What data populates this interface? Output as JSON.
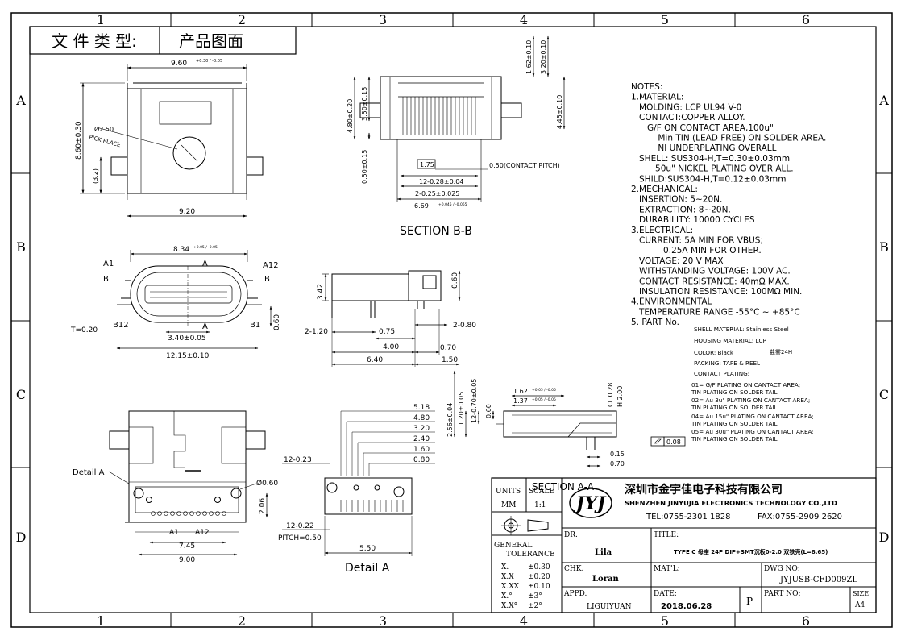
{
  "zones": {
    "cols": [
      "1",
      "2",
      "3",
      "4",
      "5",
      "6"
    ],
    "rows": [
      "A",
      "B",
      "C",
      "D"
    ]
  },
  "header": {
    "doc_type_label": "文 件 类 型:",
    "doc_type_value": "产品图面"
  },
  "dims_top_left": {
    "width_top": "9.60",
    "width_top_tol": "+0.30 / -0.05",
    "height_left": "8.60±0.30",
    "pick_dia": "Ø2.50",
    "pick_place": "PICK PLACE",
    "side": "(3.2)",
    "bottom_width": "9.20"
  },
  "section_bb": {
    "title": "SECTION  B-B",
    "d_162": "1.62±0.10",
    "d_320": "3.20±0.10",
    "d_445": "4.45±0.10",
    "d_480": "4.80±0.20",
    "d_350": "3.50±0.15",
    "d_050": "0.50±0.15",
    "d_175": "1.75",
    "contact_pitch": "0.50(CONTACT PITCH)",
    "d_12": "12-0.28±0.04",
    "d_2": "2-0.25±0.025",
    "d_669": "6.69",
    "d_669_tol": "+0.045 / -0.065"
  },
  "front_view": {
    "w_834": "8.34",
    "w_834_tol": "+0.05 / -0.05",
    "a1": "A1",
    "a": "A",
    "a12": "A12",
    "b": "B",
    "b12": "B12",
    "b1": "B1",
    "t": "T=0.20",
    "d_340": "3.40±0.05",
    "d_060": "0.60",
    "w_1215": "12.15±0.10"
  },
  "side_view": {
    "d_342": "3.42",
    "d_060": "0.60",
    "d_2_120": "2-1.20",
    "d_075": "0.75",
    "d_2_080": "2-0.80",
    "d_400": "4.00",
    "d_070": "0.70",
    "d_640": "6.40",
    "d_150": "1.50"
  },
  "bottom_view": {
    "detail_label": "Detail A",
    "d_060": "Ø0.60",
    "d_206": "2.06",
    "a1": "A1",
    "a12": "A12",
    "w_745": "7.45",
    "w_900": "9.00"
  },
  "detail_a": {
    "title": "Detail  A",
    "d_518": "5.18",
    "d_480": "4.80",
    "d_320": "3.20",
    "d_240": "2.40",
    "d_160": "1.60",
    "d_080": "0.80",
    "d_12_023": "12-0.23",
    "d_12_022": "12-0.22",
    "pitch": "PITCH=0.50",
    "d_550": "5.50"
  },
  "section_aa": {
    "title": "SECTION  A-A",
    "d_256": "2.56±0.04",
    "d_120": "1.20±0.05",
    "d_12_070": "12-0.70±0.05",
    "d_060": "0.60",
    "d_162": "1.62",
    "d_162_tol": "+0.05 / -0.05",
    "d_137": "1.37",
    "d_137_tol": "+0.05 / -0.05",
    "cl": "CL 0.28",
    "h": "H 2.00",
    "flat": "0.08",
    "d_015": "0.15",
    "d_070": "0.70"
  },
  "notes": {
    "lines": [
      "NOTES:",
      "1.MATERIAL:",
      "   MOLDING: LCP UL94 V-0",
      "   CONTACT:COPPER ALLOY.",
      "      G/F ON CONTACT AREA,100u\"",
      "          Min TIN (LEAD FREE) ON SOLDER AREA.",
      "          NI UNDERPLATING OVERALL",
      "   SHELL: SUS304-H,T=0.30±0.03mm",
      "         50u\" NICKEL PLATING OVER ALL.",
      "   SHILD:SUS304-H,T=0.12±0.03mm",
      "2.MECHANICAL:",
      "   INSERTION: 5~20N.",
      "   EXTRACTION: 8~20N.",
      "   DURABILITY: 10000 CYCLES",
      "3.ELECTRICAL:",
      "   CURRENT: 5A MIN FOR VBUS;",
      "            0.25A MIN FOR OTHER.",
      "   VOLTAGE: 20 V MAX",
      "   WITHSTANDING VOLTAGE: 100V AC.",
      "   CONTACT RESISTANCE: 40mΩ MAX.",
      "   INSULATION RESISTANCE: 100MΩ MIN.",
      "4.ENVIRONMENTAL",
      "   TEMPERATURE RANGE -55°C ~ +85°C",
      "5. PART No."
    ],
    "part_lines": [
      "SHELL MATERIAL: Stainless Steel",
      "HOUSING MATERIAL: LCP",
      "COLOR: Black",
      "PACKING: TAPE & REEL",
      "CONTACT PLATING:",
      "01= G/F PLATING ON CANTACT AREA;",
      "TIN PLATING ON SOLDER TAIL",
      "02= Au 3u\" PLATING ON CANTACT AREA;",
      "TIN PLATING ON SOLDER TAIL",
      "04= Au 15u\" PLATING ON CANTACT AREA;",
      "TIN PLATING ON SOLDER TAIL",
      "05= Au 30u\" PLATING ON CANTACT AREA;",
      "TIN PLATING ON SOLDER TAIL"
    ],
    "color_note": "盐雾24H"
  },
  "title_block": {
    "units_label": "UNITS",
    "units_value": "MM",
    "scale_label": "SCALE",
    "scale_value": "1:1",
    "company_cn": "深圳市金宇佳电子科技有限公司",
    "company_en": "SHENZHEN JINYUJIA ELECTRONICS TECHNOLOGY CO.,LTD",
    "tel": "TEL:0755-2301 1828",
    "fax": "FAX:0755-2909 2620",
    "general": "GENERAL",
    "tolerance": "TOLERANCE",
    "tol_rows": [
      [
        "X.",
        "±0.30"
      ],
      [
        "X.X",
        "±0.20"
      ],
      [
        "X.XX",
        "±0.10"
      ],
      [
        "X.°",
        "±3°"
      ],
      [
        "X.X°",
        "±2°"
      ]
    ],
    "dr_label": "DR.",
    "dr_value": "Lila",
    "title_label": "TITLE:",
    "title_value": "TYPE C 母座 24P DIP+SMT沉板0-2.0 双铁壳(L=8.65)",
    "chk_label": "CHK.",
    "chk_value": "Loran",
    "matl_label": "MAT'L:",
    "dwg_label": "DWG NO:",
    "dwg_value": "JYJUSB-CFD009ZL",
    "appd_label": "APPD.",
    "appd_value": "LIGUIYUAN",
    "date_label": "DATE:",
    "date_value": "2018.06.28",
    "rev_value": "P",
    "part_label": "PART NO:",
    "size_label": "SIZE",
    "size_value": "A4"
  }
}
